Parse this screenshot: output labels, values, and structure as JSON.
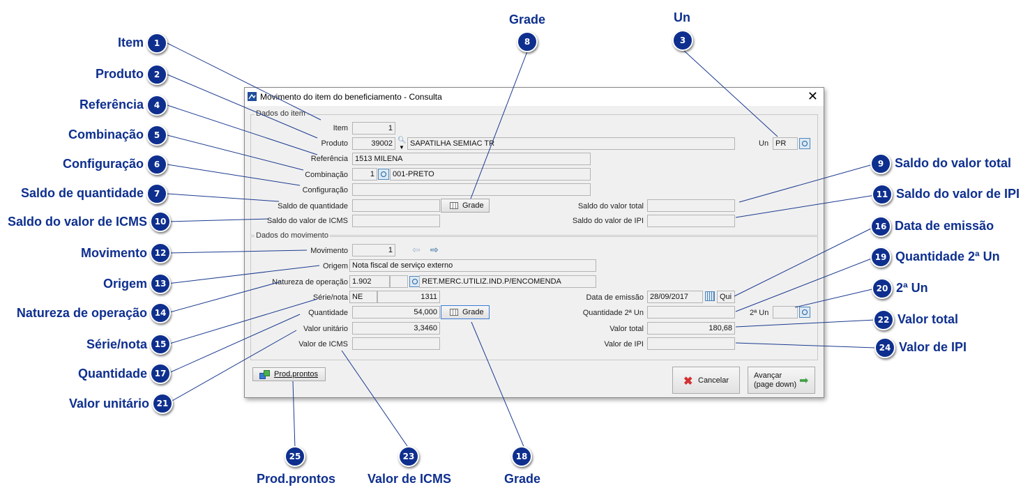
{
  "window": {
    "title": "Movimento do item do beneficiamento - Consulta",
    "close_glyph": "✕"
  },
  "item_group": {
    "legend": "Dados do item",
    "item": {
      "label": "Item",
      "value": "1"
    },
    "produto": {
      "label": "Produto",
      "code": "39002",
      "description": "SAPATILHA SEMIAC TR"
    },
    "un": {
      "label": "Un",
      "value": "PR"
    },
    "referencia": {
      "label": "Referência",
      "value": "1513 MILENA"
    },
    "combinacao": {
      "label": "Combinação",
      "code": "1",
      "description": "001-PRETO"
    },
    "configuracao": {
      "label": "Configuração",
      "value": ""
    },
    "saldo_quantidade": {
      "label": "Saldo de quantidade",
      "value": ""
    },
    "grade_button": "Grade",
    "saldo_valor_total": {
      "label": "Saldo do valor total",
      "value": ""
    },
    "saldo_valor_icms": {
      "label": "Saldo do valor de ICMS",
      "value": ""
    },
    "saldo_valor_ipi": {
      "label": "Saldo do valor de IPI",
      "value": ""
    }
  },
  "movement_group": {
    "legend": "Dados do movimento",
    "movimento": {
      "label": "Movimento",
      "value": "1"
    },
    "origem": {
      "label": "Origem",
      "value": "Nota fiscal de serviço externo"
    },
    "natureza": {
      "label": "Natureza de operação",
      "code": "1.902",
      "extra": "",
      "description": "RET.MERC.UTILIZ.IND.P/ENCOMENDA"
    },
    "serie_nota": {
      "label": "Série/nota",
      "serie": "NE",
      "nota": "1311"
    },
    "data_emissao": {
      "label": "Data de emissão",
      "value": "28/09/2017",
      "weekday": "Qui"
    },
    "quantidade": {
      "label": "Quantidade",
      "value": "54,000"
    },
    "grade_button": "Grade",
    "quantidade_2un": {
      "label": "Quantidade 2ª Un",
      "value": ""
    },
    "segunda_un": {
      "label": "2ª Un",
      "value": ""
    },
    "valor_unitario": {
      "label": "Valor unitário",
      "value": "3,3460"
    },
    "valor_total": {
      "label": "Valor total",
      "value": "180,68"
    },
    "valor_icms": {
      "label": "Valor de ICMS",
      "value": ""
    },
    "valor_ipi": {
      "label": "Valor de IPI",
      "value": ""
    }
  },
  "footer": {
    "prod_prontos": "Prod.prontos",
    "cancelar": "Cancelar",
    "avancar_line1": "Avançar",
    "avancar_line2": "(page down)"
  },
  "annotations": {
    "a1": {
      "number": "1",
      "text": "Item"
    },
    "a2": {
      "number": "2",
      "text": "Produto"
    },
    "a3": {
      "number": "3",
      "text": "Un"
    },
    "a4": {
      "number": "4",
      "text": "Referência"
    },
    "a5": {
      "number": "5",
      "text": "Combinação"
    },
    "a6": {
      "number": "6",
      "text": "Configuração"
    },
    "a7": {
      "number": "7",
      "text": "Saldo de quantidade"
    },
    "a8": {
      "number": "8",
      "text": "Grade"
    },
    "a9": {
      "number": "9",
      "text": "Saldo do valor total"
    },
    "a10": {
      "number": "10",
      "text": "Saldo do valor de ICMS"
    },
    "a11": {
      "number": "11",
      "text": "Saldo do valor de IPI"
    },
    "a12": {
      "number": "12",
      "text": "Movimento"
    },
    "a13": {
      "number": "13",
      "text": "Origem"
    },
    "a14": {
      "number": "14",
      "text": "Natureza de operação"
    },
    "a15": {
      "number": "15",
      "text": "Série/nota"
    },
    "a16": {
      "number": "16",
      "text": "Data de emissão"
    },
    "a17": {
      "number": "17",
      "text": "Quantidade"
    },
    "a18": {
      "number": "18",
      "text": "Grade"
    },
    "a19": {
      "number": "19",
      "text": "Quantidade 2ª Un"
    },
    "a20": {
      "number": "20",
      "text": "2ª Un"
    },
    "a21": {
      "number": "21",
      "text": "Valor unitário"
    },
    "a22": {
      "number": "22",
      "text": "Valor total"
    },
    "a23": {
      "number": "23",
      "text": "Valor de ICMS"
    },
    "a24": {
      "number": "24",
      "text": "Valor de IPI"
    },
    "a25": {
      "number": "25",
      "text": "Prod.prontos"
    }
  },
  "colors": {
    "callout_blue": "#0e2f8e",
    "callout_line": "#1a3a8f"
  }
}
